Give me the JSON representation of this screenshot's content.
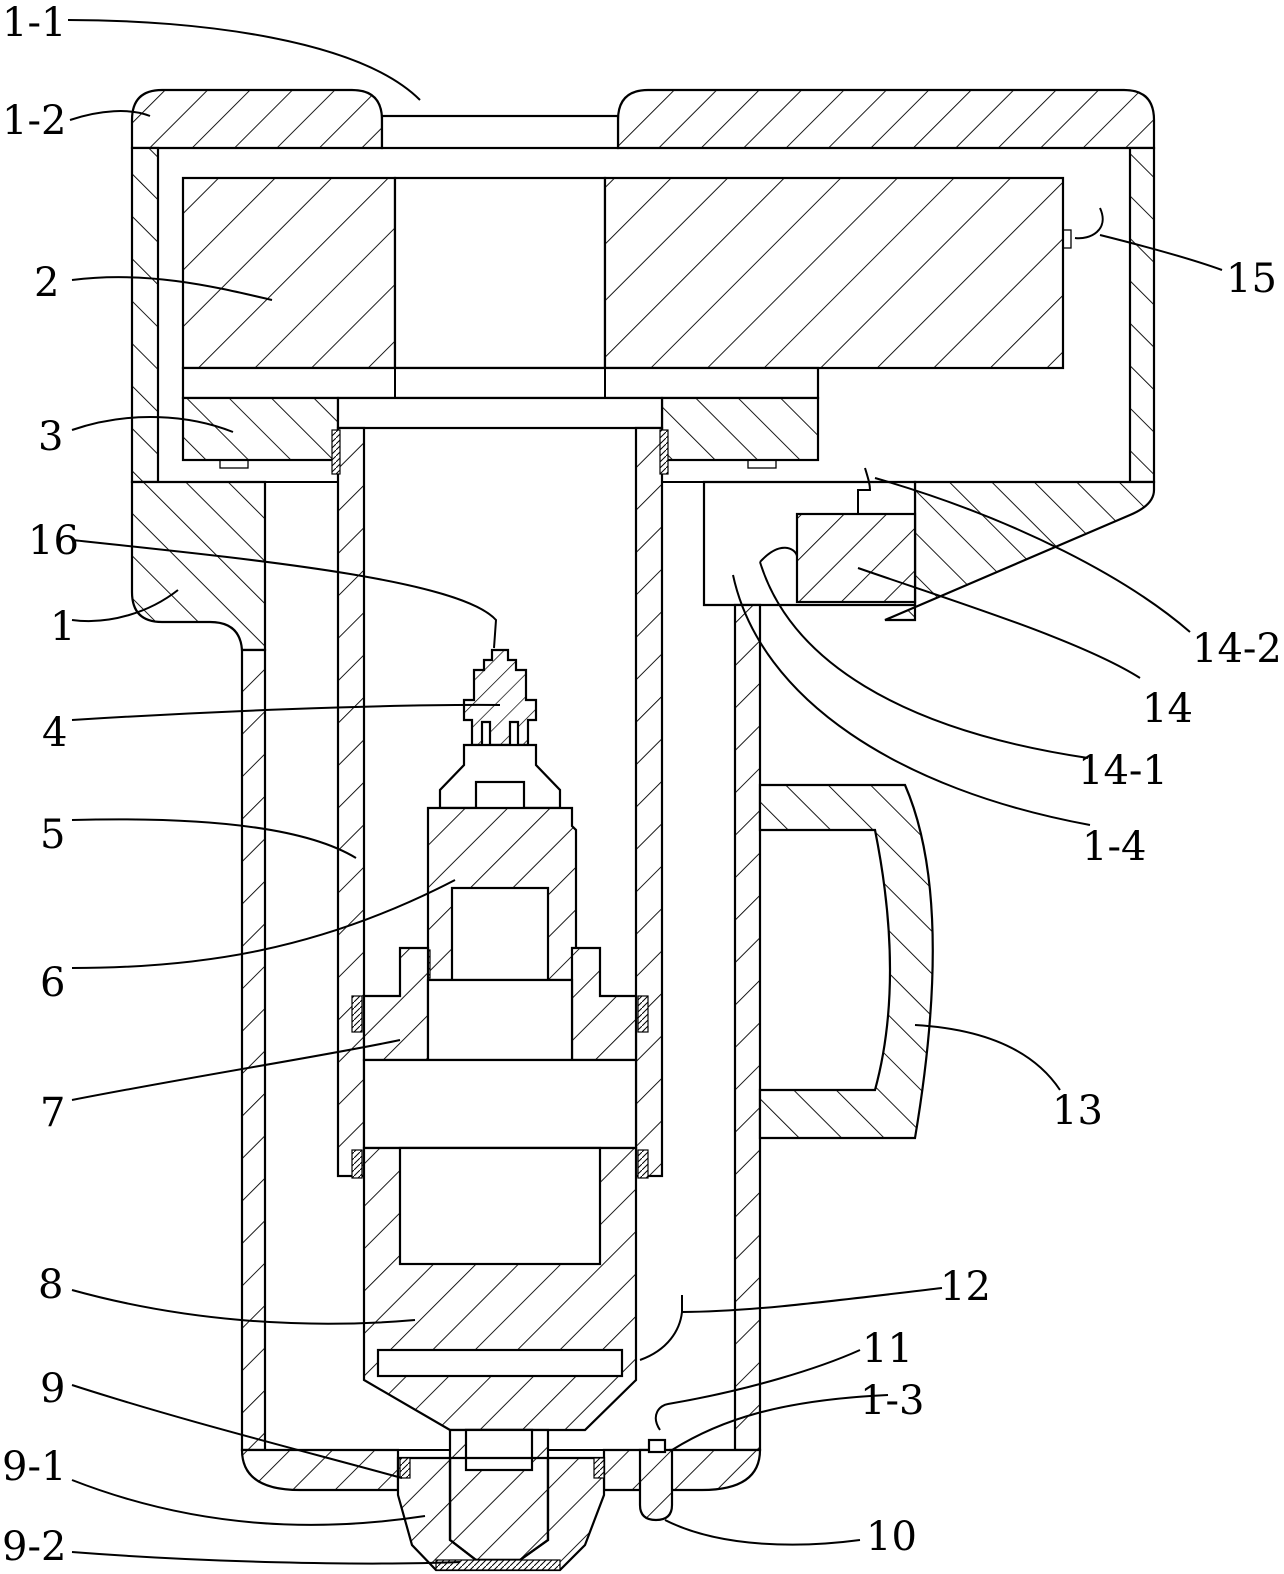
{
  "labels": {
    "l1_1": "1-1",
    "l1_2": "1-2",
    "l2": "2",
    "l15": "15",
    "l3": "3",
    "l16": "16",
    "l1": "1",
    "l14_2": "14-2",
    "l14": "14",
    "l4": "4",
    "l14_1": "14-1",
    "l5": "5",
    "l1_4": "1-4",
    "l6": "6",
    "l13": "13",
    "l7": "7",
    "l8": "8",
    "l12": "12",
    "l11": "11",
    "l9": "9",
    "l1_3": "1-3",
    "l9_1": "9-1",
    "l10": "10",
    "l9_2": "9-2"
  }
}
